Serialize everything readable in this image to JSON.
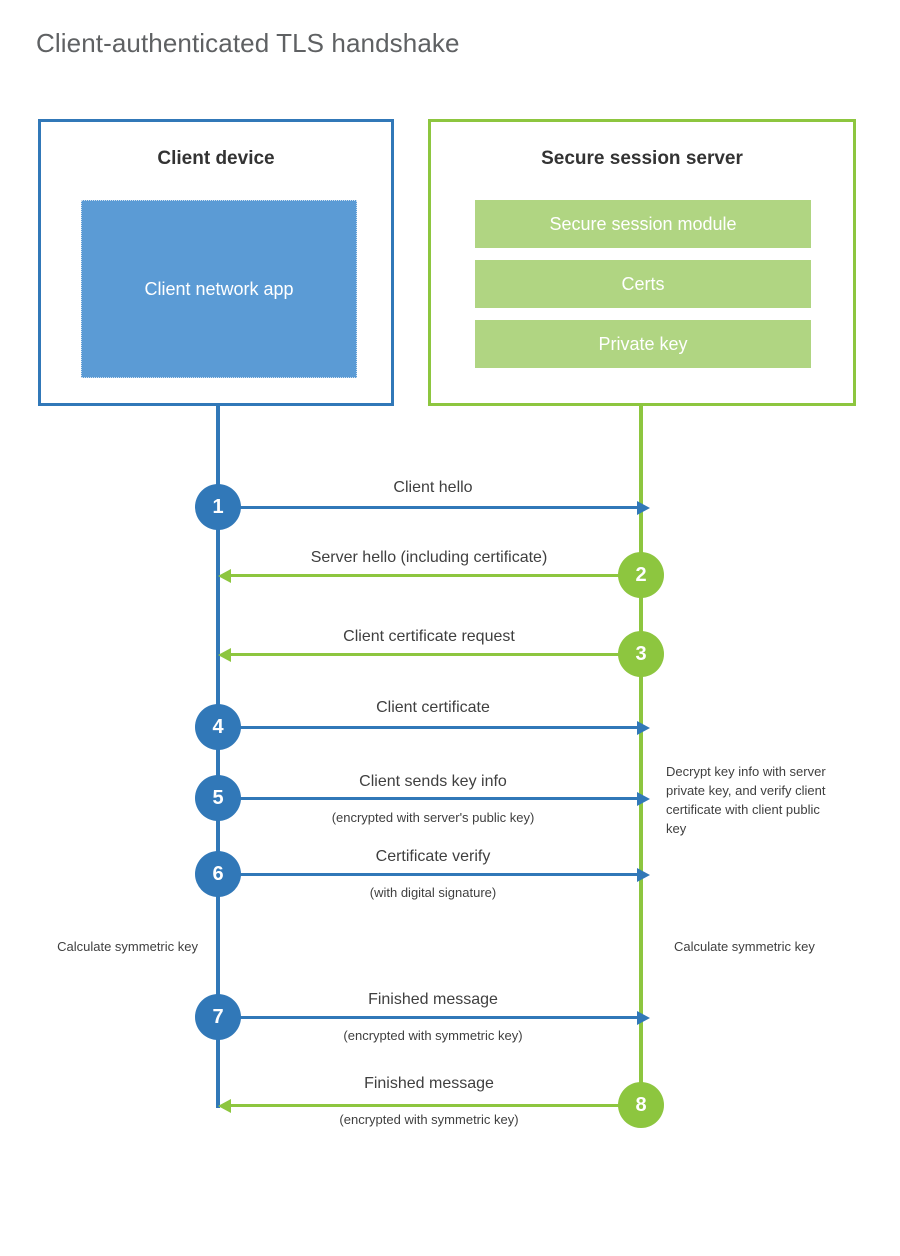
{
  "title": "Client-authenticated TLS handshake",
  "colors": {
    "blue_border": "#3178b8",
    "blue_fill": "#5b9bd5",
    "green_border": "#8dc63f",
    "green_fill": "#b0d582",
    "text": "#3f3f3f",
    "title_text": "#5f6163"
  },
  "client": {
    "title": "Client device",
    "app_label": "Client network app"
  },
  "server": {
    "title": "Secure session server",
    "modules": [
      {
        "label": "Secure session module"
      },
      {
        "label": "Certs"
      },
      {
        "label": "Private key"
      }
    ]
  },
  "steps": [
    {
      "number": "1",
      "side": "client",
      "direction": "to-right",
      "label": "Client hello",
      "sub": ""
    },
    {
      "number": "2",
      "side": "server",
      "direction": "to-left",
      "label": "Server hello (including certificate)",
      "sub": ""
    },
    {
      "number": "3",
      "side": "server",
      "direction": "to-left",
      "label": "Client certificate request",
      "sub": ""
    },
    {
      "number": "4",
      "side": "client",
      "direction": "to-right",
      "label": "Client certificate",
      "sub": ""
    },
    {
      "number": "5",
      "side": "client",
      "direction": "to-right",
      "label": "Client sends key info",
      "sub": "(encrypted with server's public key)"
    },
    {
      "number": "6",
      "side": "client",
      "direction": "to-right",
      "label": "Certificate verify",
      "sub": "(with digital signature)"
    },
    {
      "number": "7",
      "side": "client",
      "direction": "to-right",
      "label": "Finished message",
      "sub": "(encrypted with symmetric key)"
    },
    {
      "number": "8",
      "side": "server",
      "direction": "to-left",
      "label": "Finished message",
      "sub": "(encrypted with symmetric key)"
    }
  ],
  "notes": {
    "server_decrypt": "Decrypt key info with server private key, and verify client certificate with client public key",
    "client_calculate": "Calculate symmetric key",
    "server_calculate": "Calculate symmetric key"
  }
}
